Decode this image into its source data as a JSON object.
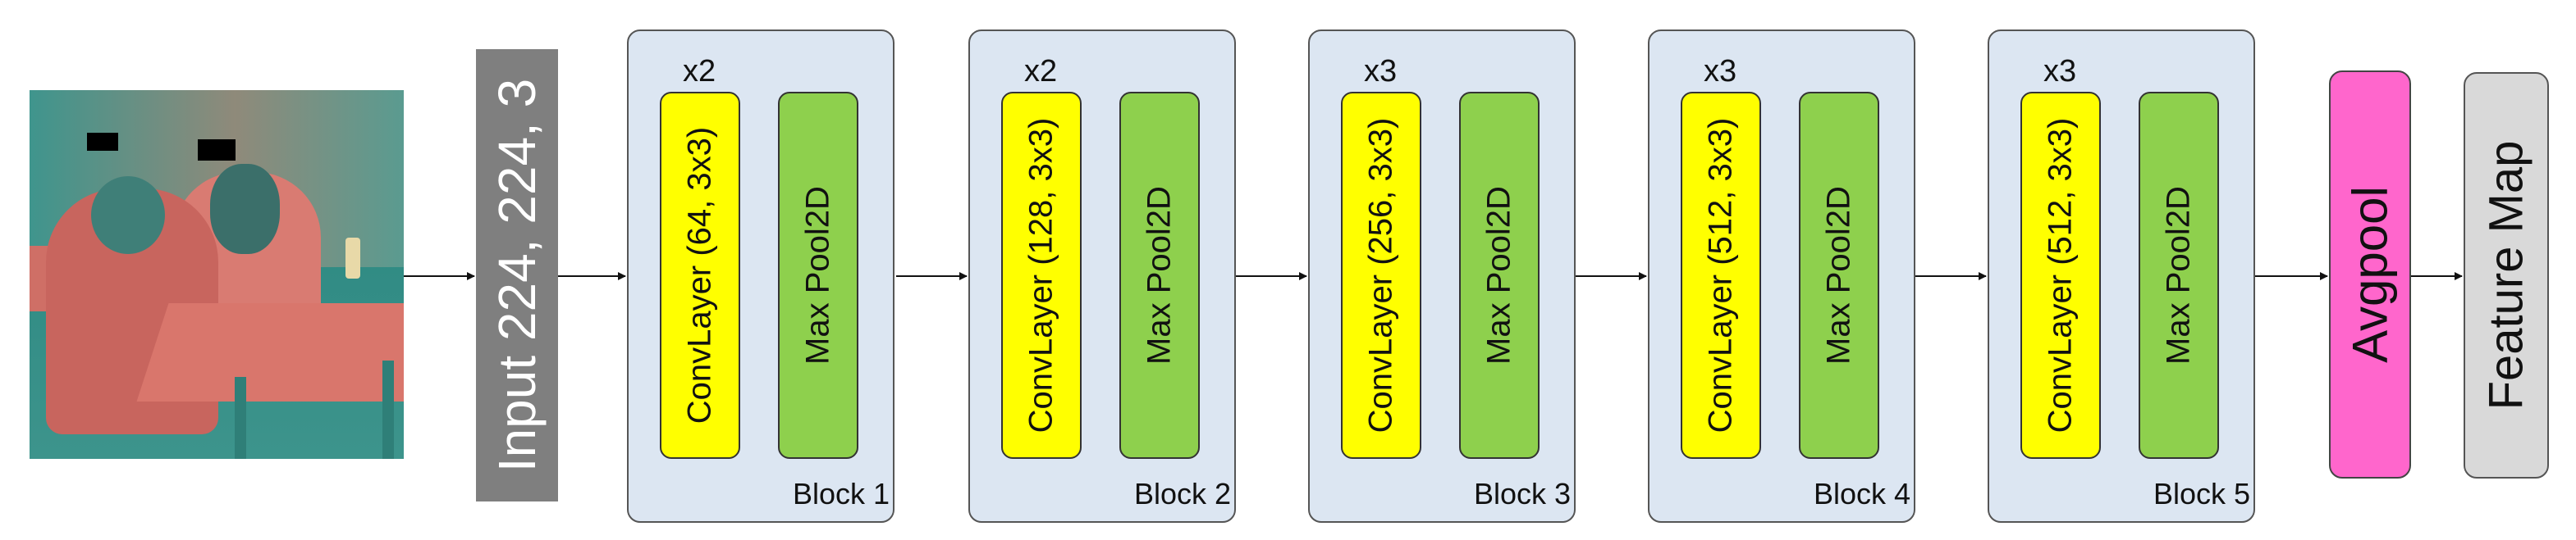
{
  "input": {
    "label": "Input 224, 224, 3"
  },
  "blocks": [
    {
      "label": "Block 1",
      "repeat": "x2",
      "conv": "ConvLayer (64, 3x3)",
      "pool": "Max Pool2D"
    },
    {
      "label": "Block 2",
      "repeat": "x2",
      "conv": "ConvLayer (128, 3x3)",
      "pool": "Max Pool2D"
    },
    {
      "label": "Block 3",
      "repeat": "x3",
      "conv": "ConvLayer (256, 3x3)",
      "pool": "Max Pool2D"
    },
    {
      "label": "Block 4",
      "repeat": "x3",
      "conv": "ConvLayer (512, 3x3)",
      "pool": "Max Pool2D"
    },
    {
      "label": "Block 5",
      "repeat": "x3",
      "conv": "ConvLayer (512, 3x3)",
      "pool": "Max Pool2D"
    }
  ],
  "avgpool": {
    "label": "Avgpool"
  },
  "output": {
    "label": "Feature Map"
  },
  "colors": {
    "input": "#7f7f7f",
    "block_bg": "#dce6f2",
    "conv": "#ffff00",
    "pool": "#8ed04d",
    "avgpool": "#ff66cc",
    "feature_map": "#d9d9d9"
  }
}
